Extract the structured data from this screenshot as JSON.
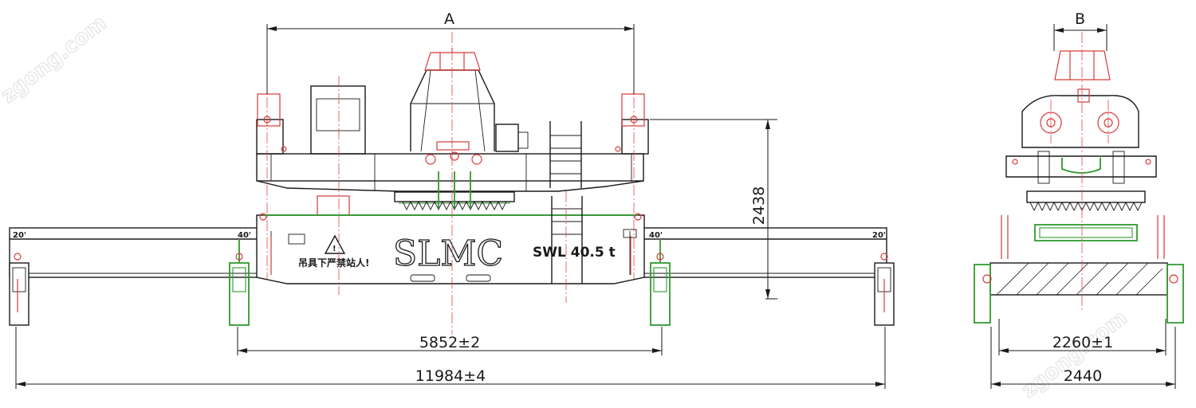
{
  "dimensions": {
    "a": "A",
    "b": "B",
    "height": "2438",
    "twistlock_40": "5852±2",
    "overall_length": "11984±4",
    "width_inner": "2260±1",
    "width_overall": "2440"
  },
  "markings": {
    "brand": "SLMC",
    "swl": "SWL 40.5 t",
    "warning": "吊具下严禁站人!",
    "pos_20_left": "20'",
    "pos_40_left": "40'",
    "pos_40_right": "40'",
    "pos_20_right": "20'"
  },
  "watermarks": [
    "zgong.com",
    "zgong.com"
  ],
  "colors": {
    "line": "#1a1a1a",
    "twistlock": "#2f9a2f",
    "centerline": "#d63a3a",
    "watermark": "#e3e3e3"
  }
}
